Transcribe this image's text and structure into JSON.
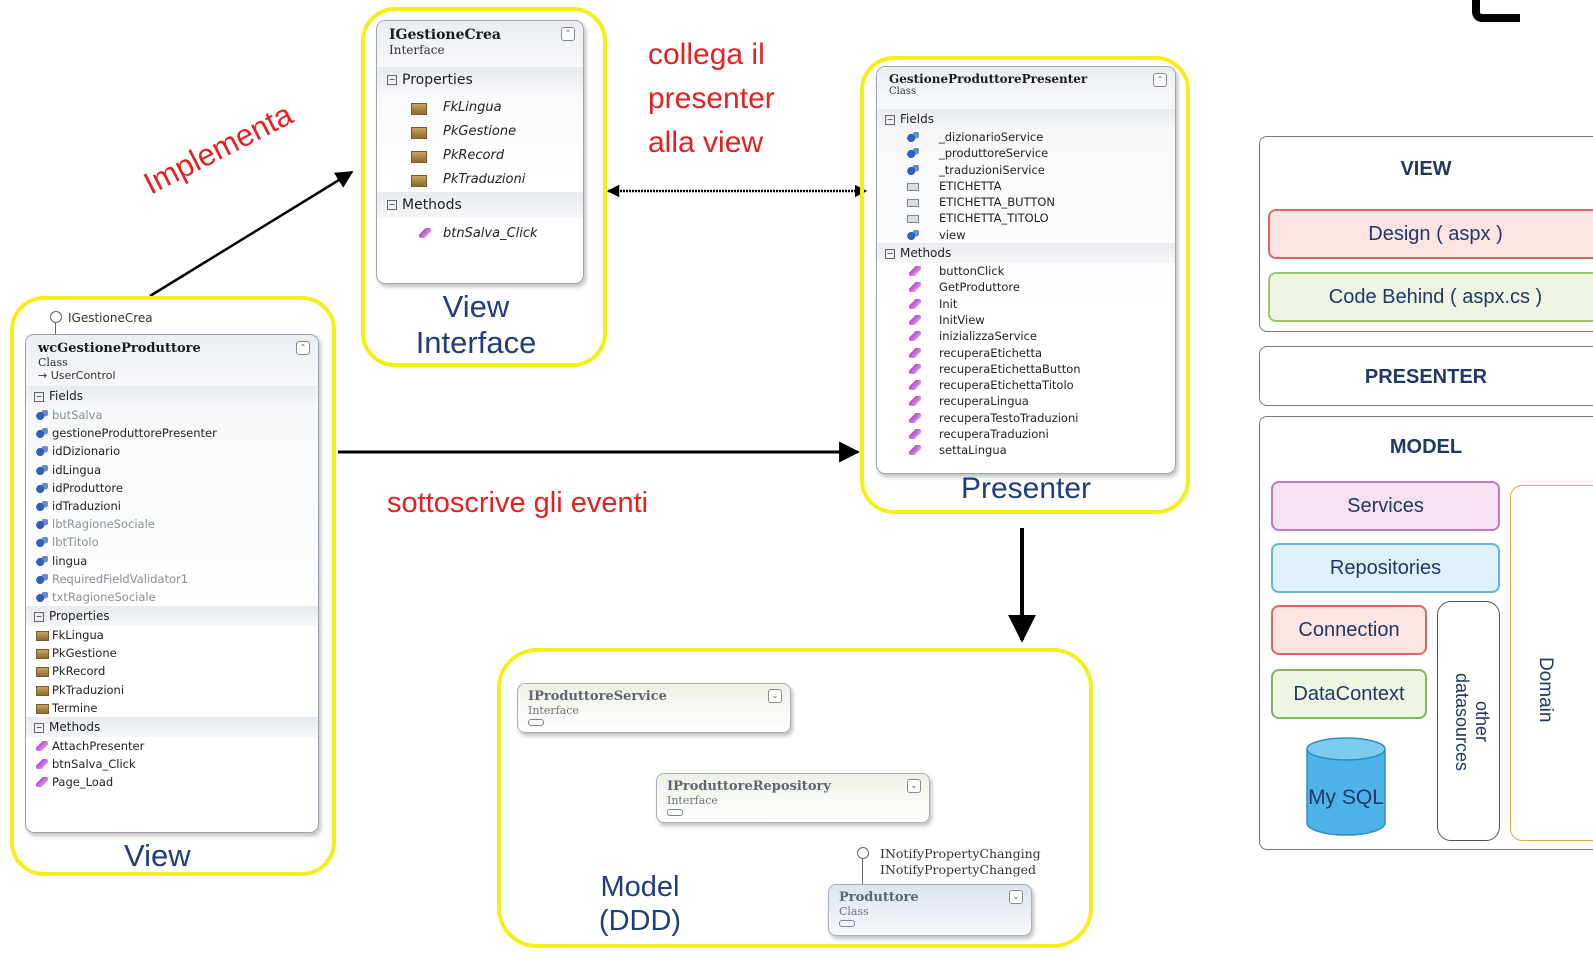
{
  "view_class": {
    "interface_lollipop": "IGestioneCrea",
    "name": "wcGestioneProduttore",
    "kind": "Class",
    "base": "→ UserControl",
    "fields_label": "Fields",
    "fields": [
      "butSalva",
      "gestioneProduttorePresenter",
      "idDizionario",
      "idLingua",
      "idProduttore",
      "idTraduzioni",
      "lbtRagioneSociale",
      "lbtTitolo",
      "lingua",
      "RequiredFieldValidator1",
      "txtRagioneSociale"
    ],
    "properties_label": "Properties",
    "properties": [
      "FkLingua",
      "PkGestione",
      "PkRecord",
      "PkTraduzioni",
      "Termine"
    ],
    "methods_label": "Methods",
    "methods": [
      "AttachPresenter",
      "btnSalva_Click",
      "Page_Load"
    ],
    "caption": "View"
  },
  "interface_class": {
    "name": "IGestioneCrea",
    "kind": "Interface",
    "properties_label": "Properties",
    "properties": [
      "FkLingua",
      "PkGestione",
      "PkRecord",
      "PkTraduzioni"
    ],
    "methods_label": "Methods",
    "methods": [
      "btnSalva_Click"
    ],
    "caption_line1": "View",
    "caption_line2": "Interface"
  },
  "presenter_class": {
    "name": "GestioneProduttorePresenter",
    "kind": "Class",
    "fields_label": "Fields",
    "fields": [
      "_dizionarioService",
      "_produttoreService",
      "_traduzioniService",
      "ETICHETTA",
      "ETICHETTA_BUTTON",
      "ETICHETTA_TITOLO",
      "view"
    ],
    "methods_label": "Methods",
    "methods": [
      "buttonClick",
      "GetProduttore",
      "Init",
      "InitView",
      "inizializzaService",
      "recuperaEtichetta",
      "recuperaEtichettaButton",
      "recuperaEtichettaTitolo",
      "recuperaLingua",
      "recuperaTestoTraduzioni",
      "recuperaTraduzioni",
      "settaLingua"
    ],
    "caption": "Presenter"
  },
  "model": {
    "service_name": "IProduttoreService",
    "service_kind": "Interface",
    "repository_name": "IProduttoreRepository",
    "repository_kind": "Interface",
    "lollipop_1": "INotifyPropertyChanging",
    "lollipop_2": "INotifyPropertyChanged",
    "entity_name": "Produttore",
    "entity_kind": "Class",
    "caption_line1": "Model",
    "caption_line2": "(DDD)"
  },
  "annotations": {
    "implementa": "Implementa",
    "collega_1": "collega il",
    "collega_2": "presenter",
    "collega_3": "alla view",
    "sottoscrive": "sottoscrive gli eventi"
  },
  "architecture": {
    "view_title": "VIEW",
    "design": "Design ( aspx )",
    "code_behind": "Code Behind ( aspx.cs )",
    "presenter_title": "PRESENTER",
    "model_title": "MODEL",
    "services": "Services",
    "repositories": "Repositories",
    "connection": "Connection",
    "datacontext": "DataContext",
    "other_datasources": "other datasources",
    "domain": "Domain",
    "mysql": "My SQL"
  },
  "colors": {
    "highlight": "#f5ee17",
    "annotation": "#e62020",
    "caption": "#1e3f7a"
  }
}
